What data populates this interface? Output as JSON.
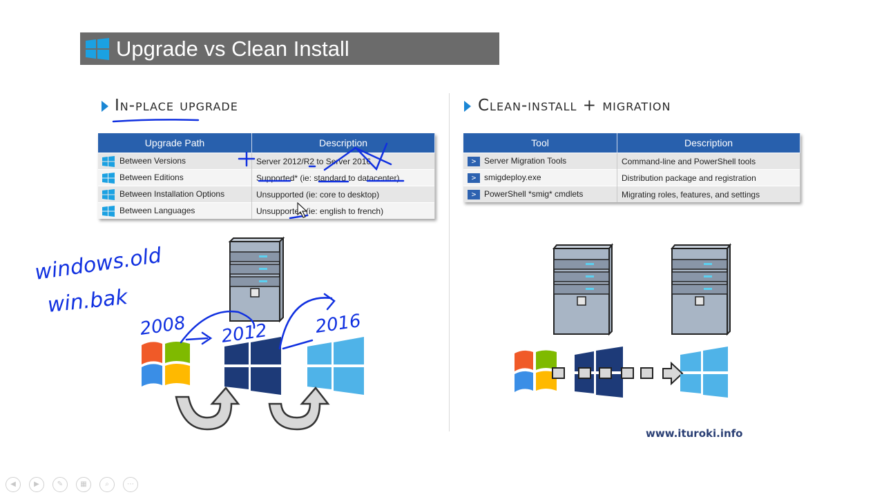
{
  "header": {
    "title": "Upgrade vs Clean Install"
  },
  "left": {
    "heading": "In-place upgrade",
    "table": {
      "columns": [
        "Upgrade Path",
        "Description"
      ],
      "rows": [
        {
          "path": "Between Versions",
          "desc": "Server 2012/R2 to Server 2016"
        },
        {
          "path": "Between Editions",
          "desc": "Supported* (ie: standard to datacenter)"
        },
        {
          "path": "Between Installation Options",
          "desc": "Unsupported (ie: core to desktop)"
        },
        {
          "path": "Between Languages",
          "desc": "Unsupported (ie: english to french)"
        }
      ]
    },
    "annotations": {
      "note1": "windows.old",
      "note2": "win.bak",
      "v2008": "2008",
      "v2012": "2012",
      "v2016": "2016"
    }
  },
  "right": {
    "heading": "Clean-install + migration",
    "table": {
      "columns": [
        "Tool",
        "Description"
      ],
      "rows": [
        {
          "tool": "Server Migration Tools",
          "desc": "Command-line and PowerShell tools"
        },
        {
          "tool": "smigdeploy.exe",
          "desc": "Distribution package and registration"
        },
        {
          "tool": "PowerShell *smig* cmdlets",
          "desc": "Migrating roles, features, and settings"
        }
      ]
    }
  },
  "footer": {
    "site": "www.ituroki.info"
  },
  "colors": {
    "title_bar": "#6b6b6b",
    "table_header": "#2860ad",
    "accent": "#1a86d4",
    "ink": "#1030e0"
  },
  "icons": [
    "windows-logo-icon",
    "server-icon",
    "powershell-icon",
    "arrow-icon"
  ]
}
